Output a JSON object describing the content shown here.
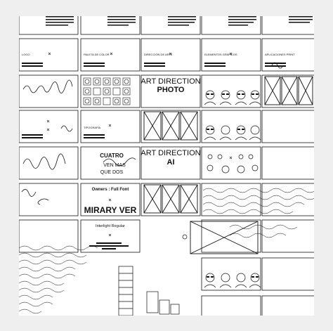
{
  "board": {
    "slides": {
      "logo": "LOGO",
      "paleta": "PALETA DE COLOR",
      "direccion": "DIRECCIÓN DE ARTE",
      "elementos": "ELEMENTOS GRÁFICOS",
      "aplicaciones": "APLICACIONES PRINT",
      "tipografia": "TIPOGRAFÍA",
      "art_photo_1": "ART DIRECTION",
      "art_photo_2": "PHOTO",
      "art_ai_1": "ART DIRECTION",
      "art_ai_2": "AI",
      "owners": "Owners : Full Font",
      "mirary": "MIRARY VER",
      "interlight": "Interlight Regular",
      "cuatro_1": "CUATRO",
      "cuatro_2": "VEN MAS",
      "cuatro_3": "QUE DOS"
    }
  },
  "colors": {
    "page_bg": "#efefef",
    "sheet_bg": "#ffffff",
    "ink": "#111111"
  }
}
